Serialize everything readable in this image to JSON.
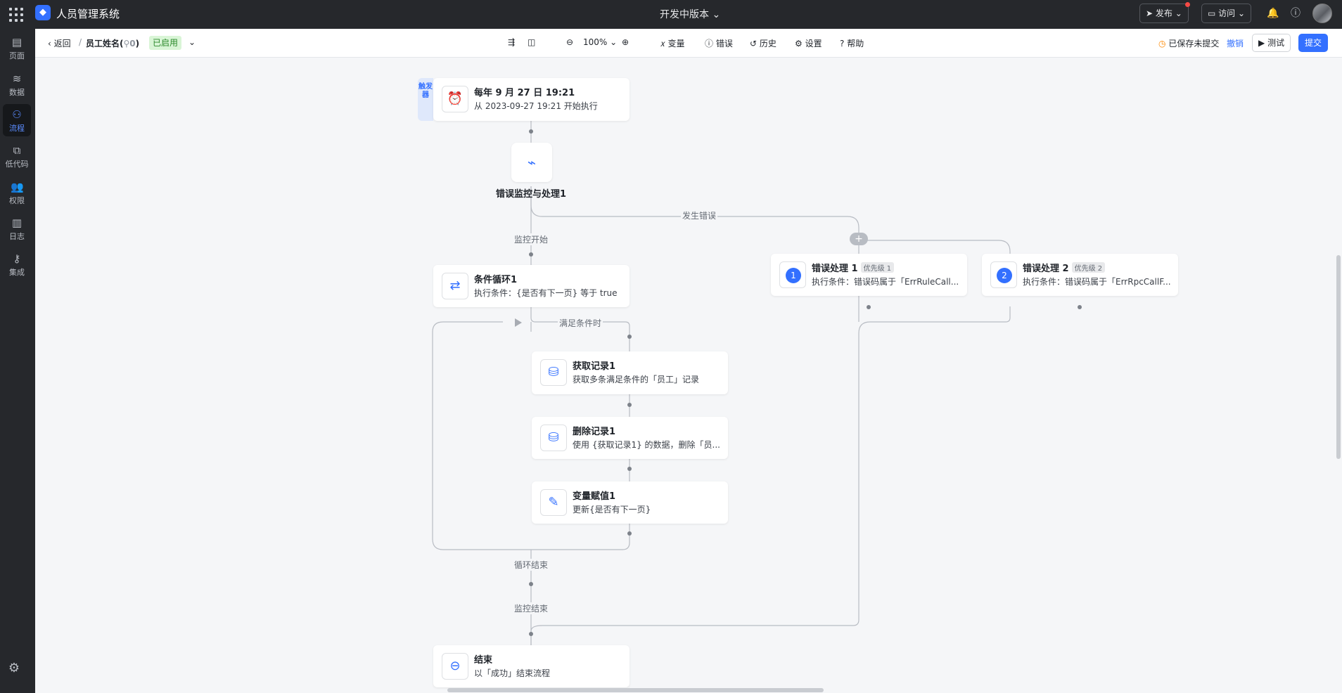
{
  "topbar": {
    "app_title": "人员管理系统",
    "version": "开发中版本",
    "publish": "发布",
    "visit": "访问"
  },
  "sidebar": {
    "items": [
      {
        "label": "页面",
        "icon": "layout-icon"
      },
      {
        "label": "数据",
        "icon": "database-icon"
      },
      {
        "label": "流程",
        "icon": "flow-icon"
      },
      {
        "label": "低代码",
        "icon": "code-icon"
      },
      {
        "label": "权限",
        "icon": "users-icon"
      },
      {
        "label": "日志",
        "icon": "log-icon"
      },
      {
        "label": "集成",
        "icon": "key-icon"
      }
    ]
  },
  "toolbar": {
    "back": "返回",
    "sep": "/",
    "flow_name": "员工姓名(",
    "flow_count": "0",
    "flow_close": ")",
    "status": "已启用",
    "zoom": "100%",
    "variables": "变量",
    "errors": "错误",
    "history": "历史",
    "settings": "设置",
    "help": "帮助",
    "save_state": "已保存未提交",
    "undo": "撤销",
    "test": "测试",
    "submit": "提交"
  },
  "flow": {
    "trigger_tag": "触发器",
    "trigger": {
      "title": "每年 9 月 27 日 19:21",
      "desc": "从 2023-09-27 19:21 开始执行"
    },
    "monitor": {
      "label": "错误监控与处理1"
    },
    "labels": {
      "on_error": "发生错误",
      "monitor_start": "监控开始",
      "when_met": "满足条件时",
      "loop_end": "循环结束",
      "monitor_end": "监控结束"
    },
    "loop": {
      "title": "条件循环1",
      "desc": "执行条件：{是否有下一页} 等于 true"
    },
    "get_records": {
      "title": "获取记录1",
      "desc": "获取多条满足条件的「员工」记录"
    },
    "delete_records": {
      "title": "删除记录1",
      "desc": "使用 {获取记录1} 的数据，删除「员..."
    },
    "assign": {
      "title": "变量赋值1",
      "desc": "更新{是否有下一页}"
    },
    "error1": {
      "num": "1",
      "title": "错误处理 1",
      "priority": "优先级 1",
      "desc": "执行条件：错误码属于「ErrRuleCall..."
    },
    "error2": {
      "num": "2",
      "title": "错误处理 2",
      "priority": "优先级 2",
      "desc": "执行条件：错误码属于「ErrRpcCallF..."
    },
    "end": {
      "title": "结束",
      "desc": "以「成功」结束流程"
    }
  }
}
